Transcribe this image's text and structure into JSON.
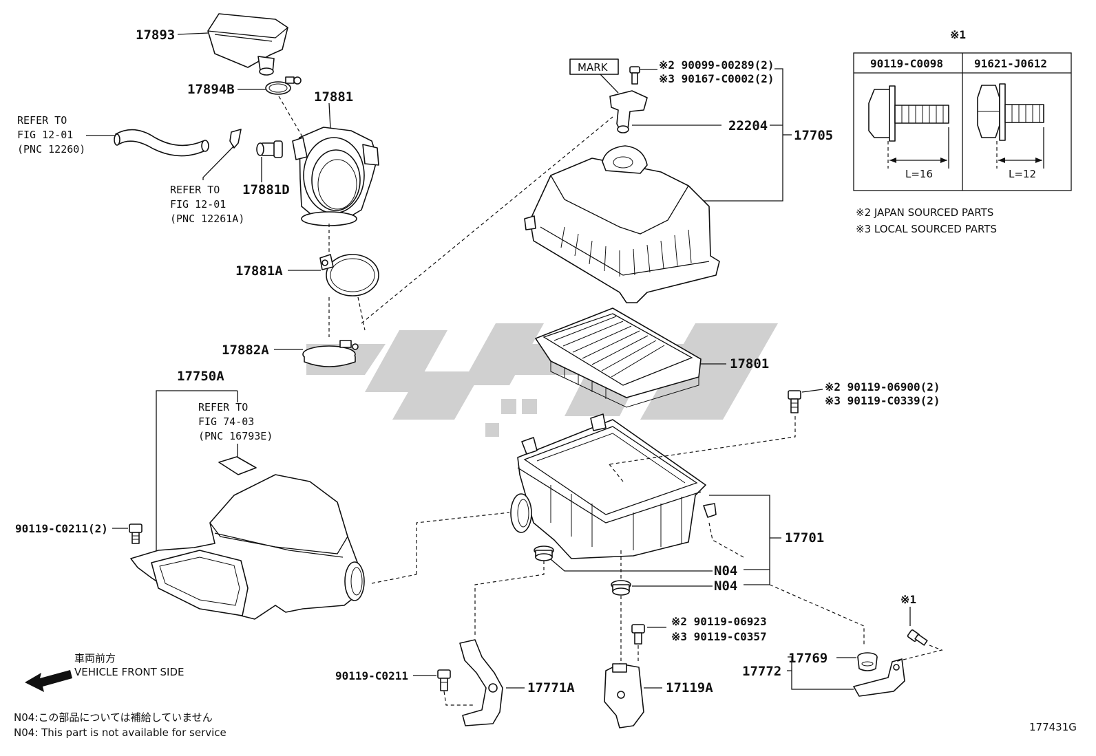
{
  "labels": {
    "p17893": "17893",
    "p17894B": "17894B",
    "p17881": "17881",
    "p17881D": "17881D",
    "p17881A": "17881A",
    "p17882A": "17882A",
    "p17750A": "17750A",
    "p22204": "22204",
    "p17705": "17705",
    "p17801": "17801",
    "p17701": "17701",
    "n04a": "N04",
    "n04b": "N04",
    "p90119_C0211_2": "90119-C0211(2)",
    "p90119_C0211": "90119-C0211",
    "p17771A": "17771A",
    "p17119A": "17119A",
    "p17769": "17769",
    "p17772": "17772",
    "mark": "MARK",
    "j1_label": "※2 90099-00289(2)",
    "j2_label": "※3 90167-C0002(2)",
    "b1_label": "※2 90119-06900(2)",
    "b2_label": "※3 90119-C0339(2)",
    "c1_label": "※2  90119-06923",
    "c2_label": "※3  90119-C0357",
    "star1": "※1",
    "star1b": "※1",
    "drawing_no": "177431G"
  },
  "refer_fig12_a": [
    "REFER TO",
    "FIG 12-01",
    "(PNC 12260)"
  ],
  "refer_fig12_b": [
    "REFER TO",
    "FIG 12-01",
    "(PNC 12261A)"
  ],
  "refer_fig74": [
    "REFER TO",
    "FIG 74-03",
    "(PNC 16793E)"
  ],
  "bolt_table": {
    "col1_header": "90119-C0098",
    "col2_header": "91621-J0612",
    "col1_length": "L=16",
    "col2_length": "L=12"
  },
  "legend": {
    "japan": "※2 JAPAN SOURCED PARTS",
    "local": "※3 LOCAL SOURCED PARTS"
  },
  "front_side": {
    "jp": "車両前方",
    "en": "VEHICLE FRONT SIDE"
  },
  "footnotes": {
    "jp": "N04:この部品については補給していません",
    "en": "N04: This part is not available for service"
  },
  "colors": {
    "line": "#111111",
    "watermark": "#c8c8c8"
  }
}
